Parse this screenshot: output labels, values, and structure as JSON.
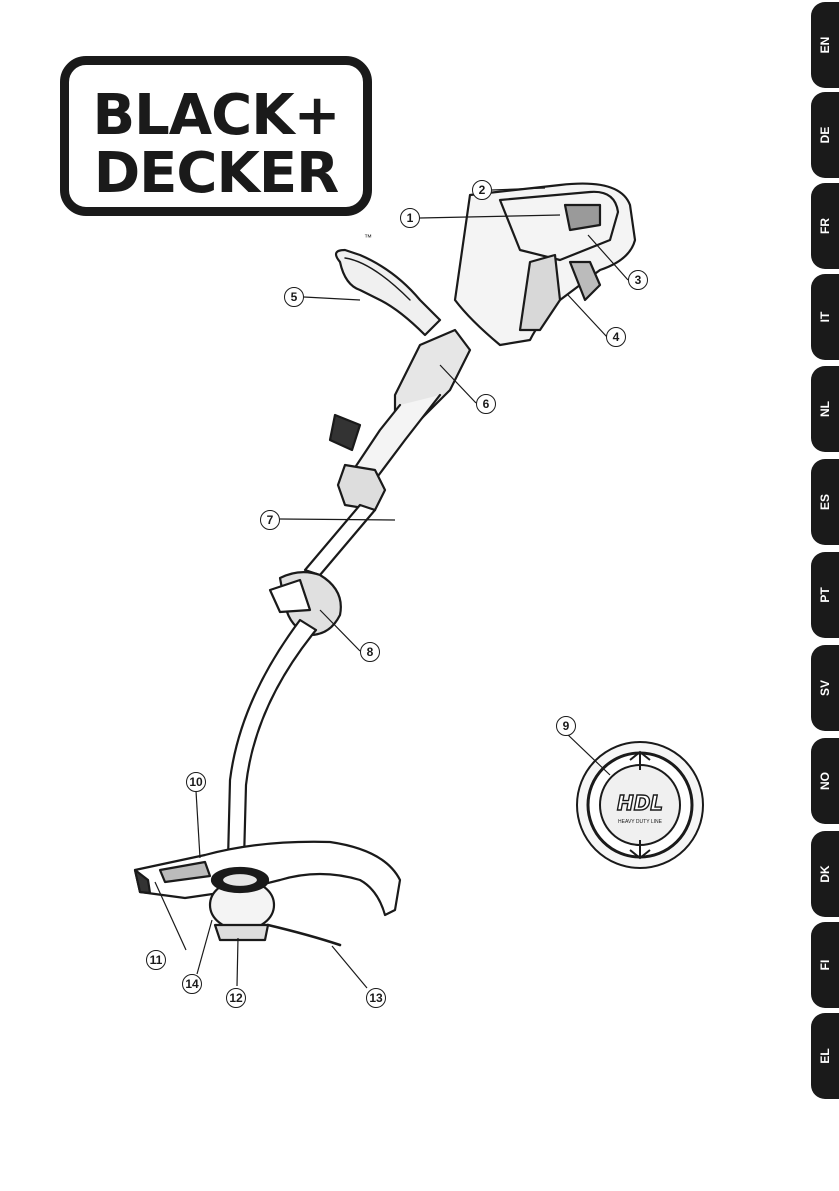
{
  "logo": {
    "line1": "BLACK+",
    "line2": "DECKER",
    "trademark": "™"
  },
  "languages": [
    "EN",
    "DE",
    "FR",
    "IT",
    "NL",
    "ES",
    "PT",
    "SV",
    "NO",
    "DK",
    "FI",
    "EL"
  ],
  "callouts": [
    "1",
    "2",
    "3",
    "4",
    "5",
    "6",
    "7",
    "8",
    "9",
    "10",
    "11",
    "12",
    "13",
    "14"
  ],
  "spool_label": {
    "brand": "HDL",
    "subtitle": "HEAVY DUTY LINE"
  }
}
